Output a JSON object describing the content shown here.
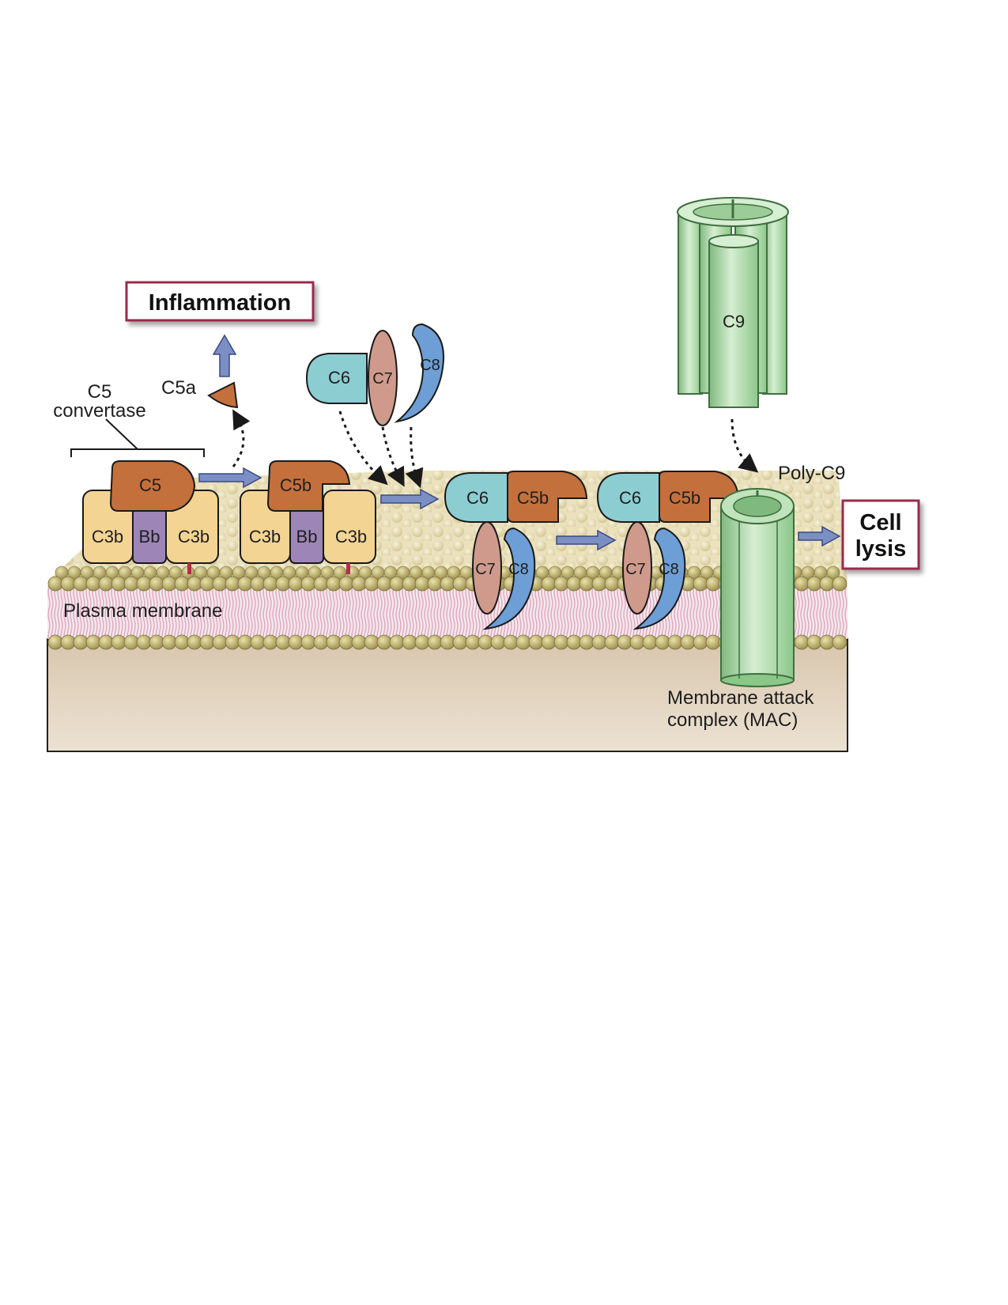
{
  "labels": {
    "inflammation": "Inflammation",
    "cell_lysis_line1": "Cell",
    "cell_lysis_line2": "lysis",
    "c5_convertase_line1": "C5",
    "c5_convertase_line2": "convertase",
    "c5a": "C5a",
    "poly_c9": "Poly-C9",
    "plasma_membrane": "Plasma membrane",
    "mac_line1": "Membrane attack",
    "mac_line2": "complex (MAC)"
  },
  "molecules": {
    "c5": "C5",
    "c5b": "C5b",
    "c3b": "C3b",
    "bb": "Bb",
    "c6": "C6",
    "c7": "C7",
    "c8": "C8",
    "c9": "C9"
  },
  "colors": {
    "c3b": "#f3d493",
    "bb": "#9d85b8",
    "c5": "#c4703d",
    "c6": "#8ccdd1",
    "c7": "#cf9a8c",
    "c8": "#6d9ed6",
    "c9": "#a8d6a4",
    "arrow": "#7b8fc4",
    "label_box_border": "#9a2b4c",
    "membrane_head": "#b5a766",
    "membrane_tail": "#e6c2cf",
    "cytoplasm": "#e5d6c2"
  }
}
